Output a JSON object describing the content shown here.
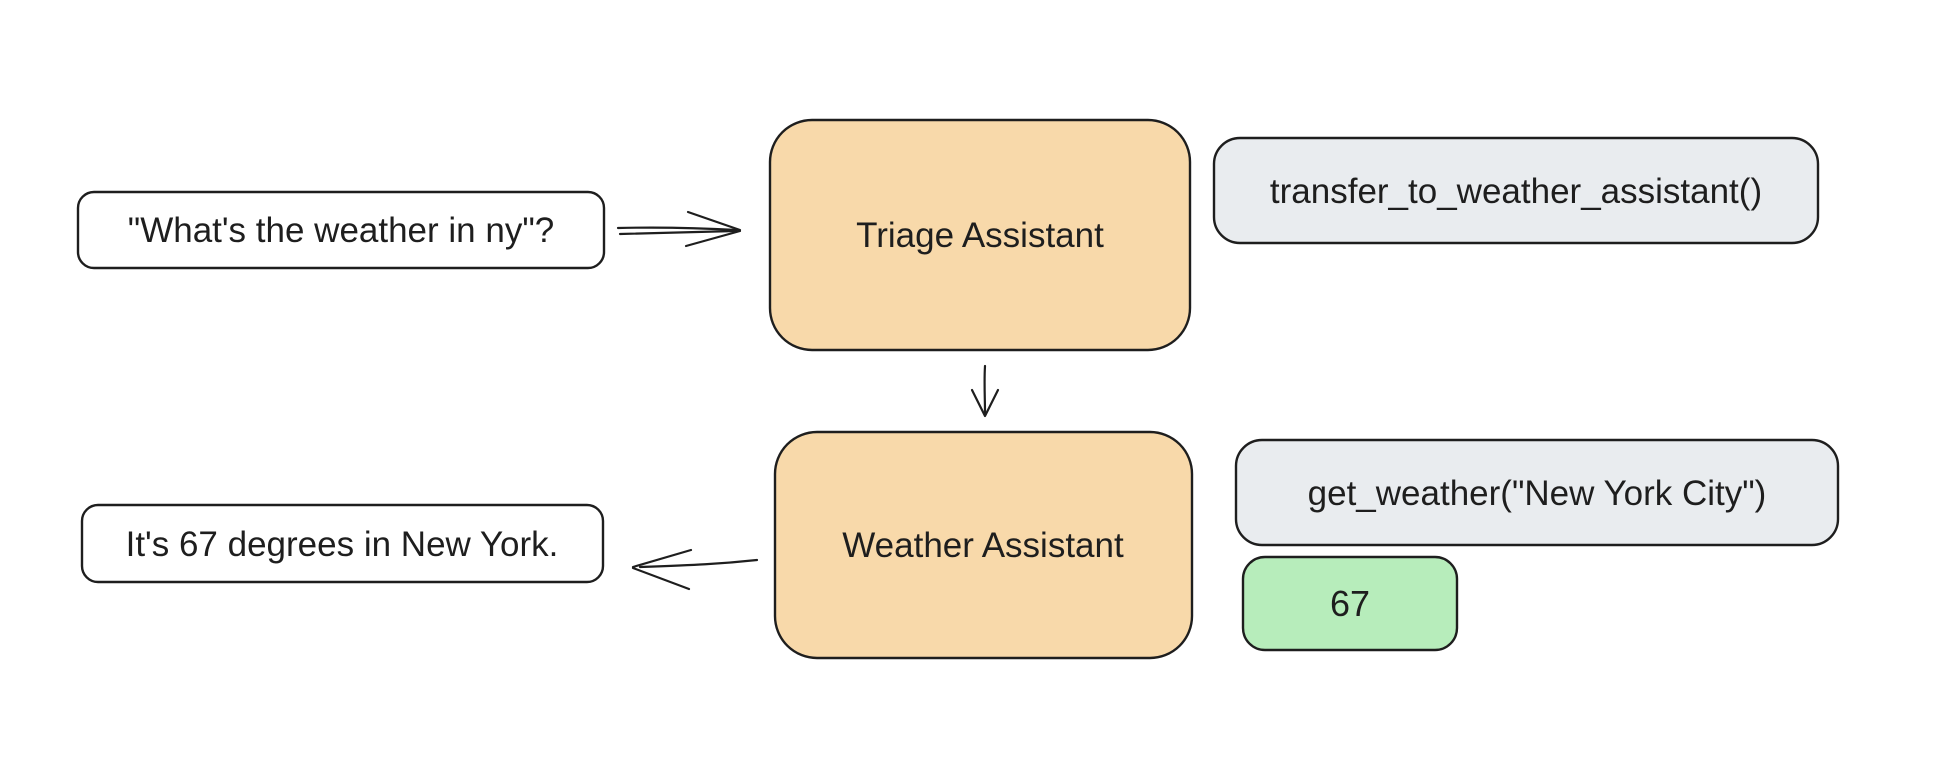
{
  "canvas": {
    "background": "#ffffff",
    "stroke_color": "#1e1e1e",
    "text_color": "#1e1e1e"
  },
  "palette": {
    "assistant_fill": "#f8d9aa",
    "tool_call_fill": "#e9ecef",
    "result_fill": "#b7edbb",
    "message_fill": "#ffffff"
  },
  "nodes": {
    "user_query": {
      "label": "\"What's the weather in ny\"?",
      "fill": "#ffffff"
    },
    "triage": {
      "label": "Triage Assistant",
      "fill": "#f8d9aa"
    },
    "transfer_call": {
      "label": "transfer_to_weather_assistant()",
      "fill": "#e9ecef"
    },
    "weather": {
      "label": "Weather Assistant",
      "fill": "#f8d9aa"
    },
    "get_weather_call": {
      "label": "get_weather(\"New York City\")",
      "fill": "#e9ecef"
    },
    "tool_result": {
      "label": "67",
      "fill": "#b7edbb"
    },
    "final_reply": {
      "label": "It's 67 degrees in New York.",
      "fill": "#ffffff"
    }
  },
  "edges": [
    {
      "name": "user-query-to-triage",
      "direction": "right"
    },
    {
      "name": "triage-to-weather",
      "direction": "down"
    },
    {
      "name": "weather-to-final-reply",
      "direction": "left"
    }
  ]
}
